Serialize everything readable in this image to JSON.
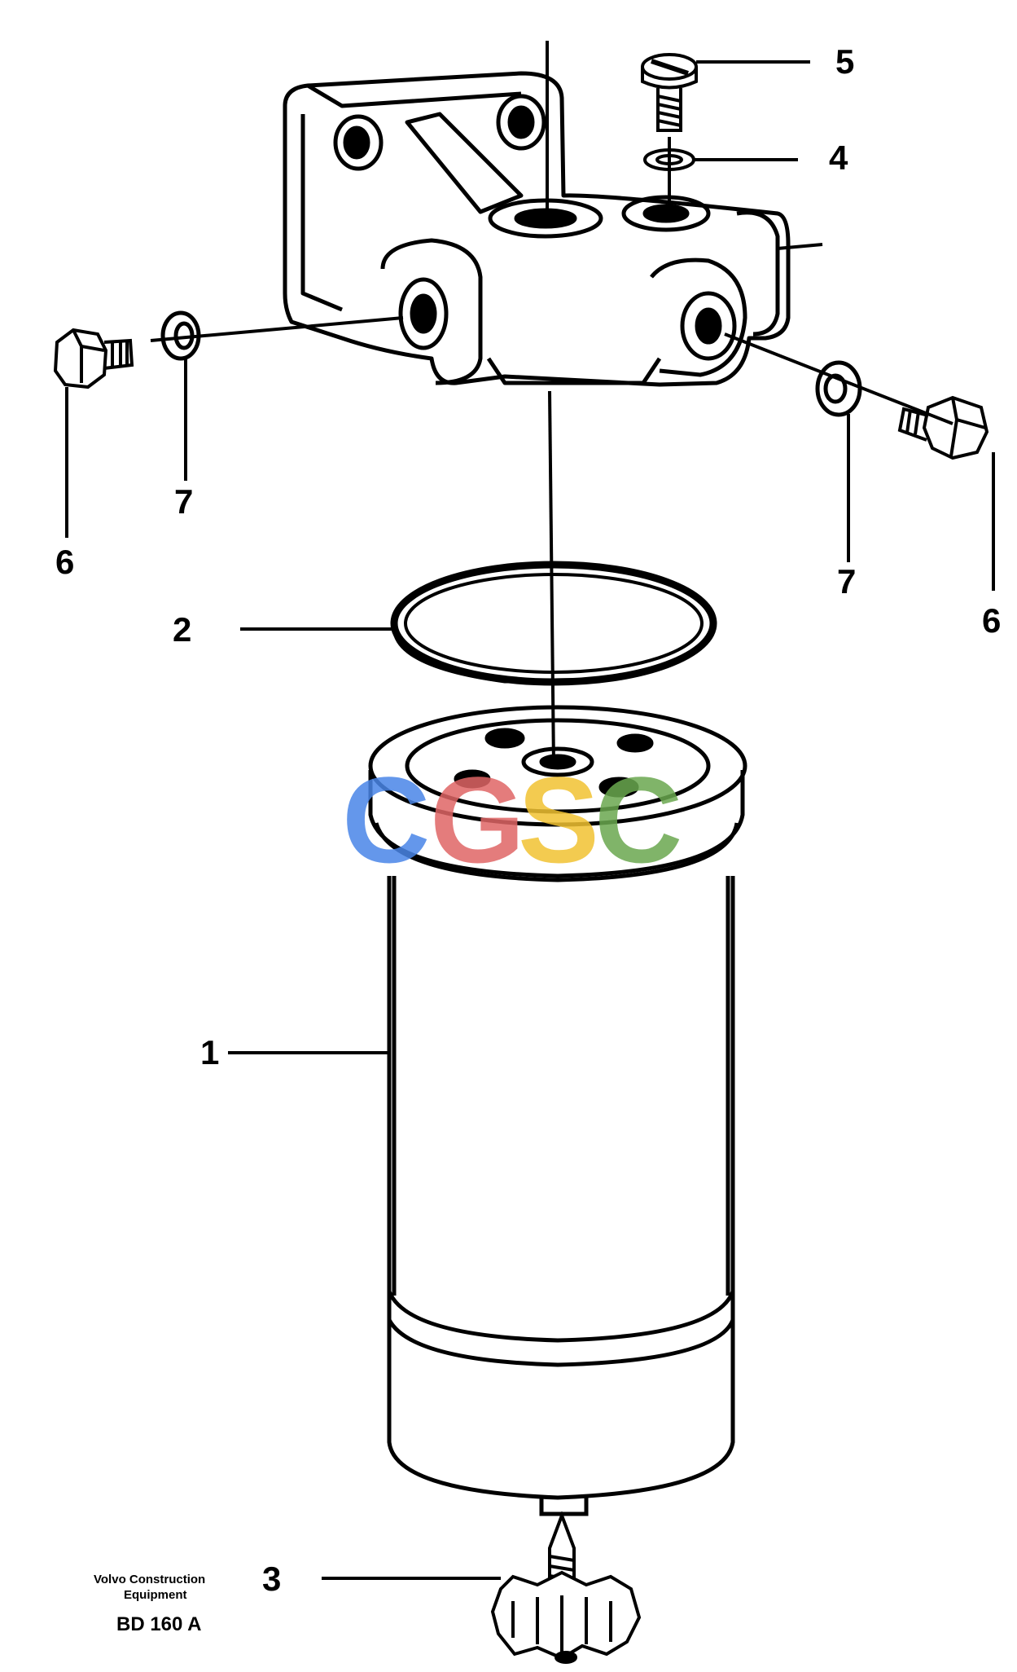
{
  "callouts": {
    "c1": "1",
    "c2": "2",
    "c3": "3",
    "c4": "4",
    "c5": "5",
    "c6_left": "6",
    "c6_right": "6",
    "c7_left": "7",
    "c7_right": "7"
  },
  "footer": {
    "line1": "Volvo Construction",
    "line2": "Equipment",
    "code": "BD 160 A"
  },
  "watermark": {
    "letters": [
      "C",
      "G",
      "S",
      "C"
    ],
    "colors": [
      "#4a86e8",
      "#e06666",
      "#f1c232",
      "#6aa84f"
    ]
  }
}
